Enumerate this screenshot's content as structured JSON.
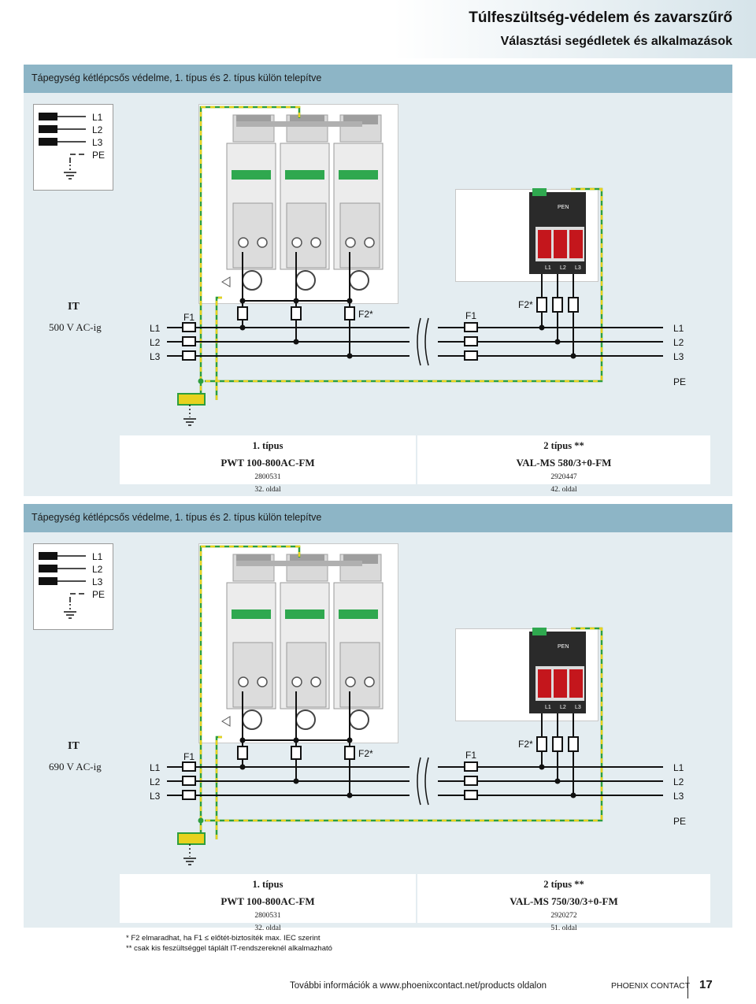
{
  "header": {
    "title": "Túlfeszültség-védelem és zavarszűrő",
    "subtitle": "Választási segédletek és alkalmazások"
  },
  "sections": [
    {
      "heading": "Tápegység kétlépcsős védelme, 1. típus és 2. típus külön telepítve",
      "legend": [
        "L1",
        "L2",
        "L3",
        "PE"
      ],
      "network": "IT",
      "voltage": "500 V AC-ig",
      "phases": [
        "L1",
        "L2",
        "L3"
      ],
      "pe": "PE",
      "fuses": {
        "f1_left": "F1",
        "f2_left": "F2*",
        "f1_right": "F1",
        "f2_right": "F2*"
      },
      "module_labels": {
        "pen": "PEN",
        "l1": "L1",
        "l2": "L2",
        "l3": "L3"
      },
      "type1": {
        "heading": "1. típus",
        "product": "PWT 100-800AC-FM",
        "code": "2800531",
        "page": "32. oldal"
      },
      "type2": {
        "heading": "2 típus **",
        "product": "VAL-MS 580/3+0-FM",
        "code": "2920447",
        "page": "42. oldal"
      }
    },
    {
      "heading": "Tápegység kétlépcsős védelme, 1. típus és 2. típus külön telepítve",
      "legend": [
        "L1",
        "L2",
        "L3",
        "PE"
      ],
      "network": "IT",
      "voltage": "690 V AC-ig",
      "phases": [
        "L1",
        "L2",
        "L3"
      ],
      "pe": "PE",
      "fuses": {
        "f1_left": "F1",
        "f2_left": "F2*",
        "f1_right": "F1",
        "f2_right": "F2*"
      },
      "module_labels": {
        "pen": "PEN",
        "l1": "L1",
        "l2": "L2",
        "l3": "L3"
      },
      "type1": {
        "heading": "1. típus",
        "product": "PWT 100-800AC-FM",
        "code": "2800531",
        "page": "32. oldal"
      },
      "type2": {
        "heading": "2 típus **",
        "product": "VAL-MS 750/30/3+0-FM",
        "code": "2920272",
        "page": "51. oldal"
      }
    }
  ],
  "footnotes": [
    "* F2 elmaradhat, ha F1 ≤     előtét-biztosíték max. IEC szerint",
    "** csak kis feszültséggel táplált IT-rendszereknél alkalmazható"
  ],
  "footer": {
    "info": "További információk a www.phoenixcontact.net/products oldalon",
    "brand": "PHOENIX CONTACT",
    "page_number": "17"
  },
  "colors": {
    "section_bar": "#8db5c6",
    "section_body": "#e4edf1",
    "terminal_green": "#2fa84f",
    "module_red": "#c4161c",
    "pe_conductor": "#2e9e3e",
    "pe_stripe": "#e8d21e"
  }
}
